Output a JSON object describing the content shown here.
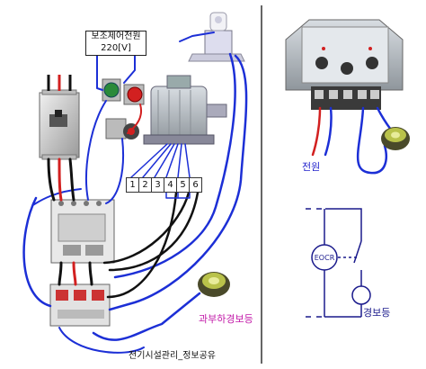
{
  "labels": {
    "aux_power_line1": "보조제어전원",
    "aux_power_line2": "220[V]",
    "power": "전원",
    "overload_lamp": "과부하경보등",
    "credit": "전기시설관리_정보공유",
    "eocr": "EOCR",
    "warning_lamp": "경보등"
  },
  "motor_terminals": [
    "1",
    "2",
    "3",
    "4",
    "5",
    "6"
  ],
  "colors": {
    "wire_blue": "#1c2fd6",
    "wire_red": "#d22020",
    "wire_black": "#111111",
    "divider": "#333333",
    "schematic": "#1a1a8c"
  }
}
